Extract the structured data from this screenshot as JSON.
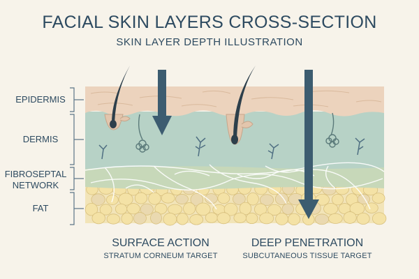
{
  "title": "FACIAL SKIN LAYERS CROSS-SECTION",
  "subtitle": "SKIN LAYER DEPTH ILLUSTRATION",
  "layers": [
    {
      "key": "epidermis",
      "label": "EPIDERMIS"
    },
    {
      "key": "dermis",
      "label": "DERMIS"
    },
    {
      "key": "fibroseptal",
      "label_line1": "FIBROSEPTAL",
      "label_line2": "NETWORK"
    },
    {
      "key": "fat",
      "label": "FAT"
    }
  ],
  "captions": {
    "surface": {
      "heading": "SURFACE ACTION",
      "sub": "STRATUM CORNEUM TARGET"
    },
    "deep": {
      "heading": "DEEP PENETRATION",
      "sub": "SUBCUTANEOUS TISSUE TARGET"
    }
  },
  "colors": {
    "epidermis": "#ecd3bd",
    "dermis": "#b7d2c6",
    "fibroseptal": "#c7d8b9",
    "fat": "#f2e4b8",
    "fat_cell": "#f4e2a6",
    "arrow": "#3c5c70",
    "text": "#2d4a60"
  }
}
